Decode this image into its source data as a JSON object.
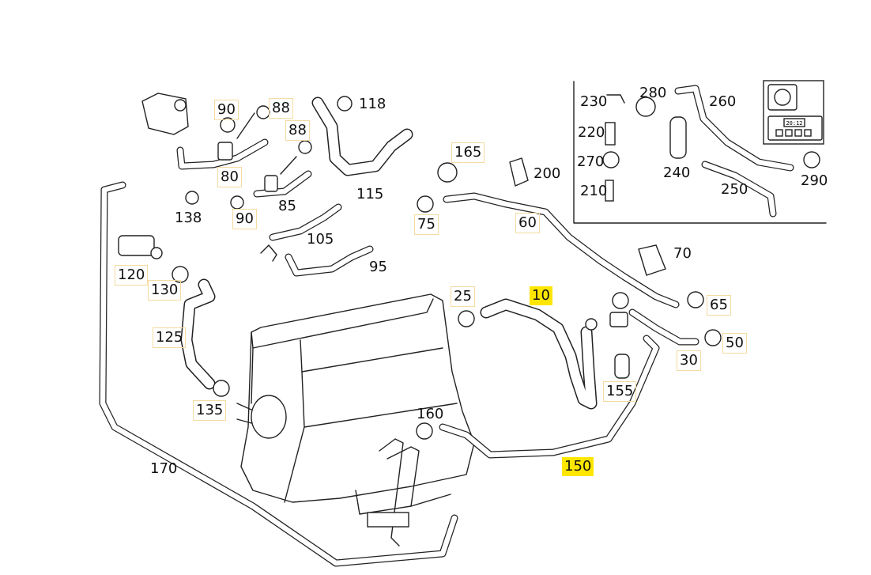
{
  "labels": {
    "p10": "10",
    "p25": "25",
    "p30": "30",
    "p50": "50",
    "p60": "60",
    "p65": "65",
    "p70": "70",
    "p75": "75",
    "p80": "80",
    "p85": "85",
    "p88a": "88",
    "p88b": "88",
    "p90a": "90",
    "p90b": "90",
    "p95": "95",
    "p105": "105",
    "p115": "115",
    "p118": "118",
    "p120": "120",
    "p125": "125",
    "p130": "130",
    "p135": "135",
    "p138": "138",
    "p150": "150",
    "p155": "155",
    "p160": "160",
    "p165": "165",
    "p170": "170",
    "p200": "200",
    "p210": "210",
    "p220": "220",
    "p230": "230",
    "p240": "240",
    "p250": "250",
    "p260": "260",
    "p270": "270",
    "p280": "280",
    "p290": "290"
  },
  "inset": {
    "display_text": "20:12"
  },
  "colors": {
    "highlight": "#ffe600",
    "label_box": "#f4dba0",
    "line": "#222222"
  }
}
